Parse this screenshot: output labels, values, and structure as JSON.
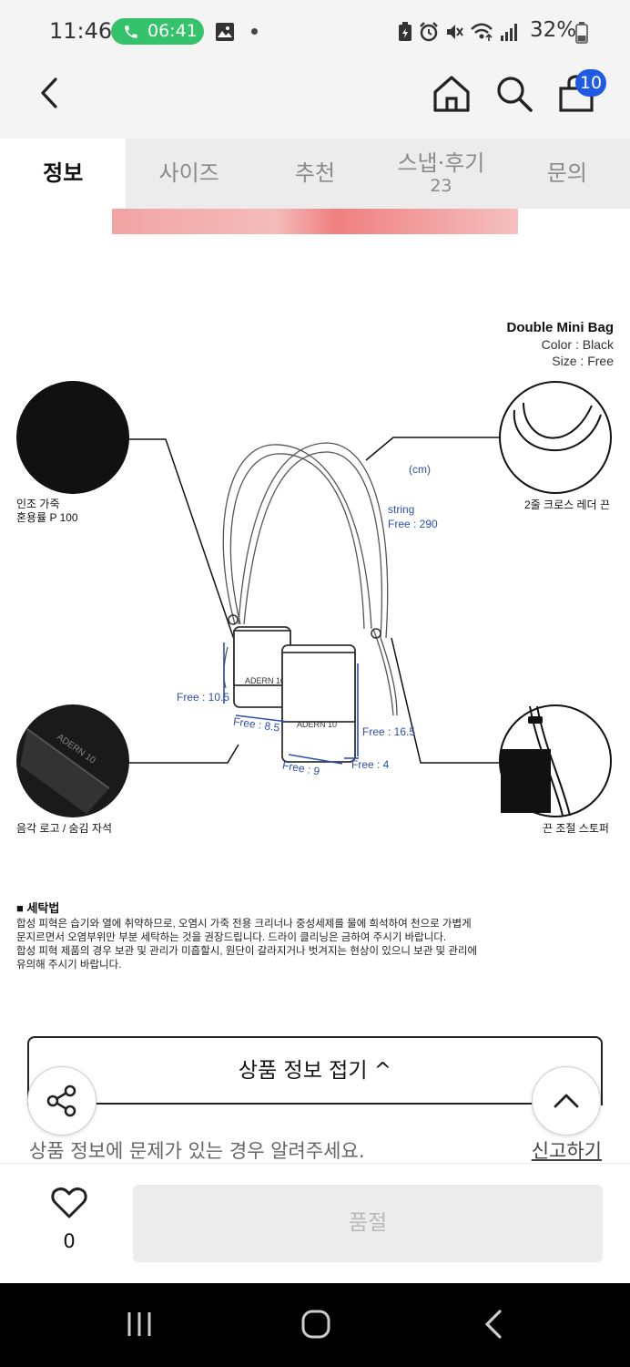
{
  "status_bar": {
    "time": "11:46",
    "call_time": "06:41",
    "battery": "32%",
    "icons": [
      "phone-icon",
      "gallery-icon",
      "notification-dot",
      "battery-saver-icon",
      "alarm-icon",
      "mute-icon",
      "wifi-icon",
      "signal-icon",
      "battery-icon"
    ]
  },
  "header": {
    "cart_count": "10",
    "accent": "#1f5ae6"
  },
  "tabs": [
    {
      "label": "정보",
      "active": true
    },
    {
      "label": "사이즈"
    },
    {
      "label": "추천"
    },
    {
      "label": "스냅·후기",
      "sub": "23"
    },
    {
      "label": "문의"
    }
  ],
  "spec": {
    "title": "Double Mini Bag",
    "color": "Color : Black",
    "size": "Size : Free"
  },
  "diagram": {
    "unit": "(cm)",
    "string_label": "string",
    "string_value": "Free : 290",
    "height_small": "Free : 10.5",
    "width_small": "Free : 8.5",
    "height_large": "Free : 16.5",
    "width_large": "Free : 9",
    "depth": "Free : 4",
    "material": "인조 가죽",
    "material_ratio": "혼용률 P 100",
    "strap": "2줄 크로스 레더 끈",
    "logo": "음각 로고 / 숨김 자석",
    "stopper": "끈 조절 스토퍼",
    "bag_logo": "ADERN 10"
  },
  "wash": {
    "title": "세탁법",
    "lines": [
      "합성 피혁은 습기와 열에 취약하므로, 오염시 가죽 전용 크리너나 중성세제를 물에 희석하여 천으로 가볍게",
      "문지르면서 오염부위만 부분 세탁하는 것을 권장드립니다. 드라이 클리닝은 금하여 주시기 바랍니다.",
      "합성 피혁 제품의 경우 보관 및 관리가 미흡할시, 원단이 갈라지거나 벗겨지는 현상이 있으니 보관 및 관리에",
      "유의해 주시기 바랍니다."
    ]
  },
  "fold": {
    "label": "상품 정보 접기 ^"
  },
  "report": {
    "text": "상품 정보에 문제가 있는 경우 알려주세요.",
    "link": "신고하기"
  },
  "bottom": {
    "like_count": "0",
    "soldout_label": "품절"
  }
}
